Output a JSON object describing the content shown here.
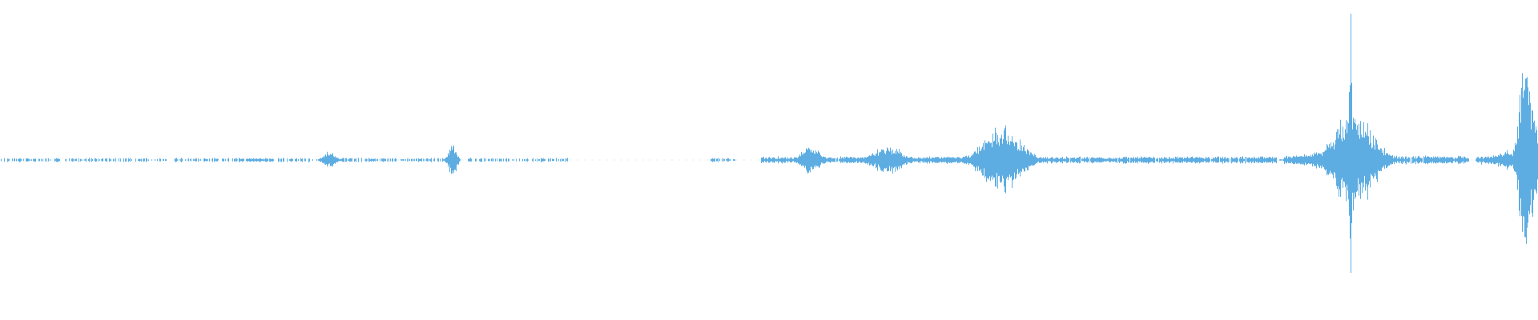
{
  "waveform": {
    "color": "#5dade2",
    "background": "#ffffff",
    "baseline_fraction": 0.5,
    "segments": [
      {
        "start": 0.0,
        "end": 0.37,
        "amp": 0.006,
        "density": 0.55
      },
      {
        "start": 0.462,
        "end": 0.478,
        "amp": 0.006,
        "density": 0.7
      },
      {
        "start": 0.495,
        "end": 0.83,
        "amp": 0.01,
        "density": 0.95
      },
      {
        "start": 0.835,
        "end": 0.955,
        "amp": 0.012,
        "density": 0.95
      },
      {
        "start": 0.96,
        "end": 1.0,
        "amp": 0.012,
        "density": 0.95
      }
    ],
    "bursts": [
      {
        "pos": 0.166,
        "amp": 0.006,
        "width": 0.012
      },
      {
        "pos": 0.214,
        "amp": 0.025,
        "width": 0.006
      },
      {
        "pos": 0.294,
        "amp": 0.055,
        "width": 0.004
      },
      {
        "pos": 0.527,
        "amp": 0.04,
        "width": 0.01
      },
      {
        "pos": 0.577,
        "amp": 0.045,
        "width": 0.014
      },
      {
        "pos": 0.613,
        "amp": 0.01,
        "width": 0.018
      },
      {
        "pos": 0.651,
        "amp": 0.095,
        "width": 0.02
      },
      {
        "pos": 0.777,
        "amp": 0.01,
        "width": 0.012
      },
      {
        "pos": 0.86,
        "amp": 0.03,
        "width": 0.022
      },
      {
        "pos": 0.88,
        "amp": 0.15,
        "width": 0.02
      },
      {
        "pos": 0.878,
        "amp": 0.44,
        "width": 0.0015
      },
      {
        "pos": 0.937,
        "amp": 0.01,
        "width": 0.01
      },
      {
        "pos": 0.985,
        "amp": 0.03,
        "width": 0.02
      },
      {
        "pos": 0.992,
        "amp": 0.38,
        "width": 0.006
      },
      {
        "pos": 0.998,
        "amp": 0.12,
        "width": 0.006
      }
    ]
  }
}
